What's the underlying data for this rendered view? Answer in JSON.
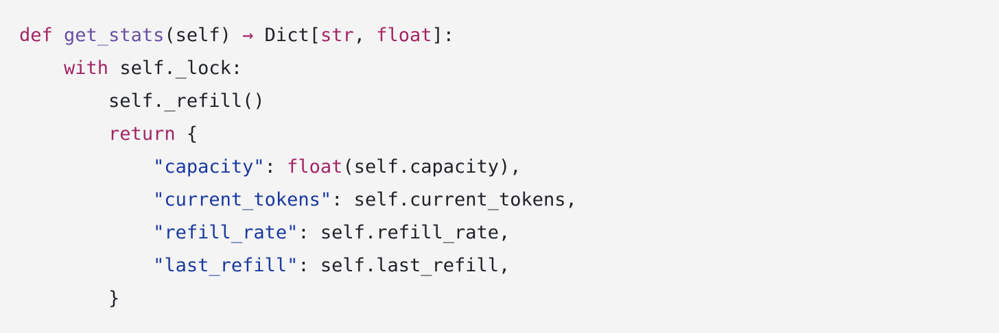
{
  "colors": {
    "background": "#f4f4f5",
    "text": "#1e2126",
    "keyword": "#a32563",
    "function": "#6a4fa3",
    "string": "#1a389f"
  },
  "code": {
    "language": "python",
    "lines": [
      {
        "indent": 0,
        "tokens": [
          {
            "text": "def",
            "type": "keyword"
          },
          {
            "text": " ",
            "type": "plain"
          },
          {
            "text": "get_stats",
            "type": "function"
          },
          {
            "text": "(self) ",
            "type": "plain"
          },
          {
            "text": "→",
            "type": "keyword"
          },
          {
            "text": " Dict[",
            "type": "plain"
          },
          {
            "text": "str",
            "type": "keyword"
          },
          {
            "text": ", ",
            "type": "plain"
          },
          {
            "text": "float",
            "type": "keyword"
          },
          {
            "text": "]:",
            "type": "plain"
          }
        ]
      },
      {
        "indent": 4,
        "tokens": [
          {
            "text": "with",
            "type": "keyword"
          },
          {
            "text": " self._lock:",
            "type": "plain"
          }
        ]
      },
      {
        "indent": 8,
        "tokens": [
          {
            "text": "self._refill()",
            "type": "plain"
          }
        ]
      },
      {
        "indent": 8,
        "tokens": [
          {
            "text": "return",
            "type": "keyword"
          },
          {
            "text": " {",
            "type": "plain"
          }
        ]
      },
      {
        "indent": 12,
        "tokens": [
          {
            "text": "\"capacity\"",
            "type": "string"
          },
          {
            "text": ": ",
            "type": "plain"
          },
          {
            "text": "float",
            "type": "keyword"
          },
          {
            "text": "(self.capacity),",
            "type": "plain"
          }
        ]
      },
      {
        "indent": 12,
        "tokens": [
          {
            "text": "\"current_tokens\"",
            "type": "string"
          },
          {
            "text": ": self.current_tokens,",
            "type": "plain"
          }
        ]
      },
      {
        "indent": 12,
        "tokens": [
          {
            "text": "\"refill_rate\"",
            "type": "string"
          },
          {
            "text": ": self.refill_rate,",
            "type": "plain"
          }
        ]
      },
      {
        "indent": 12,
        "tokens": [
          {
            "text": "\"last_refill\"",
            "type": "string"
          },
          {
            "text": ": self.last_refill,",
            "type": "plain"
          }
        ]
      },
      {
        "indent": 8,
        "tokens": [
          {
            "text": "}",
            "type": "plain"
          }
        ]
      }
    ]
  }
}
